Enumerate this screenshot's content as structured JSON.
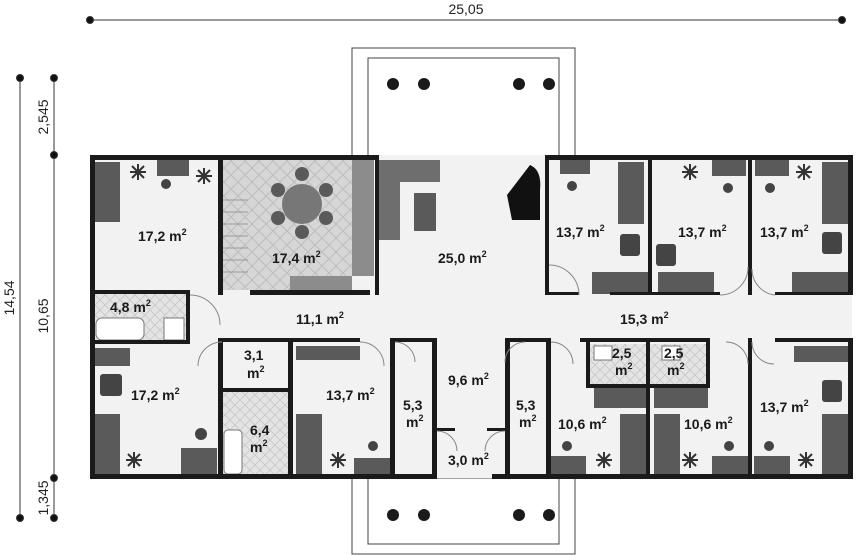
{
  "dimensions": {
    "total_width": "25,05",
    "total_depth": "14,54",
    "front_terrace": "2,545",
    "core_depth": "10,65",
    "rear_terrace": "1,345"
  },
  "unit_superscript": "2",
  "rooms": [
    {
      "id": "bedroom-nw",
      "area": "17,2 m"
    },
    {
      "id": "dining",
      "area": "17,4 m"
    },
    {
      "id": "living",
      "area": "25,0 m"
    },
    {
      "id": "bedroom-n1",
      "area": "13,7 m"
    },
    {
      "id": "bedroom-n2",
      "area": "13,7 m"
    },
    {
      "id": "bedroom-n3",
      "area": "13,7 m"
    },
    {
      "id": "bathroom-w",
      "area": "4,8 m"
    },
    {
      "id": "hall-west",
      "area": "11,1 m"
    },
    {
      "id": "hall-east",
      "area": "15,3 m"
    },
    {
      "id": "bedroom-sw",
      "area": "17,2 m"
    },
    {
      "id": "wc",
      "area": "3,1",
      "area2": "m"
    },
    {
      "id": "bathroom-s",
      "area": "6,4",
      "area2": "m"
    },
    {
      "id": "bedroom-s1",
      "area": "13,7 m"
    },
    {
      "id": "closet-w",
      "area": "5,3",
      "area2": "m"
    },
    {
      "id": "hall-center",
      "area": "9,6 m"
    },
    {
      "id": "vestibule",
      "area": "3,0 m"
    },
    {
      "id": "closet-e",
      "area": "5,3",
      "area2": "m"
    },
    {
      "id": "wc-e1",
      "area": "2,5",
      "area2": "m"
    },
    {
      "id": "wc-e2",
      "area": "2,5",
      "area2": "m"
    },
    {
      "id": "bedroom-s2",
      "area": "10,6 m"
    },
    {
      "id": "bedroom-s3",
      "area": "10,6 m"
    },
    {
      "id": "bedroom-se",
      "area": "13,7 m"
    }
  ],
  "colors": {
    "wall": "#1a1a1a",
    "floor": "#f2f2f2",
    "furniture_dark": "#5a5a5a",
    "furniture_mid": "#8c8c8c",
    "tile": "#d9d9d9"
  }
}
